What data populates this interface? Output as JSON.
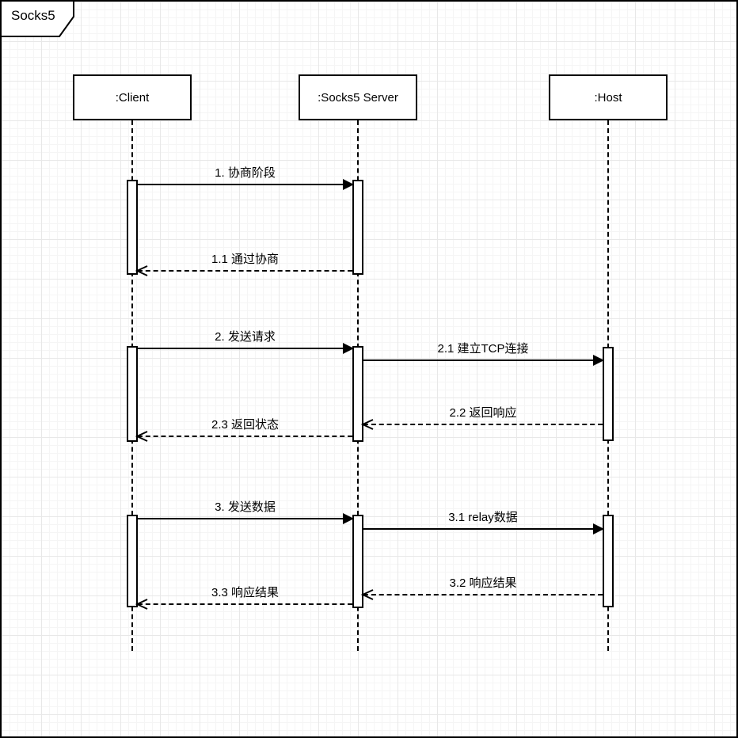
{
  "diagram": {
    "type": "uml-sequence-diagram",
    "frame_label": "Socks5",
    "actors": [
      {
        "id": "client",
        "name": ":Client"
      },
      {
        "id": "socks5-server",
        "name": ":Socks5 Server"
      },
      {
        "id": "host",
        "name": ":Host"
      }
    ],
    "messages": [
      {
        "seq": "1",
        "label": "1. 协商阶段",
        "from": ":Client",
        "to": ":Socks5 Server",
        "line": "solid",
        "direction": "right"
      },
      {
        "seq": "1.1",
        "label": "1.1 通过协商",
        "from": ":Socks5 Server",
        "to": ":Client",
        "line": "dashed",
        "direction": "left"
      },
      {
        "seq": "2",
        "label": "2. 发送请求",
        "from": ":Client",
        "to": ":Socks5 Server",
        "line": "solid",
        "direction": "right"
      },
      {
        "seq": "2.1",
        "label": "2.1 建立TCP连接",
        "from": ":Socks5 Server",
        "to": ":Host",
        "line": "solid",
        "direction": "right"
      },
      {
        "seq": "2.2",
        "label": "2.2 返回响应",
        "from": ":Host",
        "to": ":Socks5 Server",
        "line": "dashed",
        "direction": "left"
      },
      {
        "seq": "2.3",
        "label": "2.3 返回状态",
        "from": ":Socks5 Server",
        "to": ":Client",
        "line": "dashed",
        "direction": "left"
      },
      {
        "seq": "3",
        "label": "3. 发送数据",
        "from": ":Client",
        "to": ":Socks5 Server",
        "line": "solid",
        "direction": "right"
      },
      {
        "seq": "3.1",
        "label": "3.1 relay数据",
        "from": ":Socks5 Server",
        "to": ":Host",
        "line": "solid",
        "direction": "right"
      },
      {
        "seq": "3.2",
        "label": "3.2 响应结果",
        "from": ":Host",
        "to": ":Socks5 Server",
        "line": "dashed",
        "direction": "left"
      },
      {
        "seq": "3.3",
        "label": "3.3 响应结果",
        "from": ":Socks5 Server",
        "to": ":Client",
        "line": "dashed",
        "direction": "left"
      }
    ]
  },
  "colors": {
    "stroke": "#000000",
    "background": "#ffffff",
    "grid_minor": "#f5f5f5",
    "grid_major": "#e8e8e8"
  }
}
